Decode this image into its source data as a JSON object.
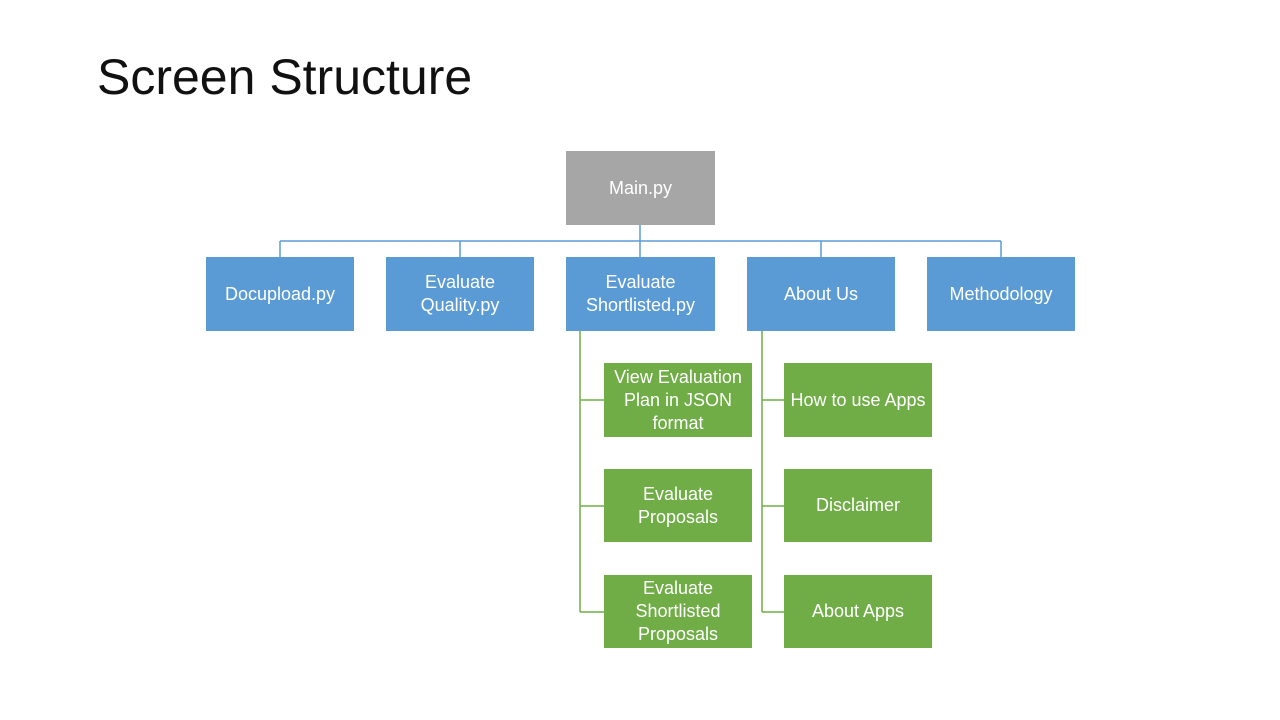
{
  "slide": {
    "title": "Screen Structure"
  },
  "diagram": {
    "root": {
      "label": "Main.py"
    },
    "children": [
      {
        "id": "docupload",
        "label": "Docupload.py"
      },
      {
        "id": "quality",
        "label": "Evaluate\nQuality.py"
      },
      {
        "id": "shortlisted",
        "label": "Evaluate\nShortlisted.py",
        "children": [
          {
            "id": "view-plan",
            "label": "View Evaluation\nPlan in JSON\nformat"
          },
          {
            "id": "eval-proposals",
            "label": "Evaluate\nProposals"
          },
          {
            "id": "eval-shortlisted",
            "label": "Evaluate\nShortlisted\nProposals"
          }
        ]
      },
      {
        "id": "about-us",
        "label": "About Us",
        "children": [
          {
            "id": "how-to",
            "label": "How to use Apps"
          },
          {
            "id": "disclaimer",
            "label": "Disclaimer"
          },
          {
            "id": "about-apps",
            "label": "About Apps"
          }
        ]
      },
      {
        "id": "methodology",
        "label": "Methodology"
      }
    ]
  },
  "colors": {
    "root_fill": "#a6a6a6",
    "level1_fill": "#5b9bd5",
    "level2_fill": "#70ad47",
    "level1_connector": "#5b9bd5",
    "level2_connector": "#70ad47"
  }
}
